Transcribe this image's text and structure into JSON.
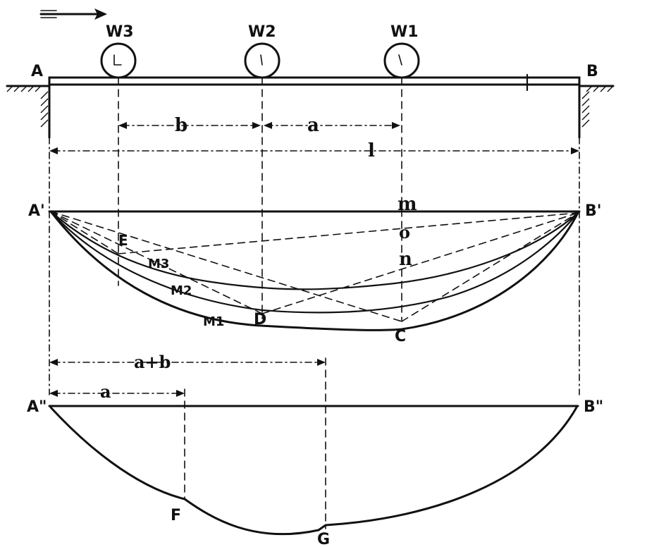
{
  "labels": {
    "A": "A",
    "B": "B",
    "W1": "W1",
    "W2": "W2",
    "W3": "W3",
    "a_top": "a",
    "b_top": "b",
    "l": "l",
    "A_prime": "A'",
    "B_prime": "B'",
    "m": "m",
    "o": "o",
    "n": "n",
    "E": "E",
    "M3": "M3",
    "M2": "M2",
    "M1": "M1",
    "D": "D",
    "C": "C",
    "a_plus_b": "a+b",
    "a_bottom": "a",
    "A_dprime": "A\"",
    "B_dprime": "B\"",
    "F": "F",
    "G": "G"
  },
  "colors": {
    "ink": "#111111",
    "background": "#ffffff"
  }
}
